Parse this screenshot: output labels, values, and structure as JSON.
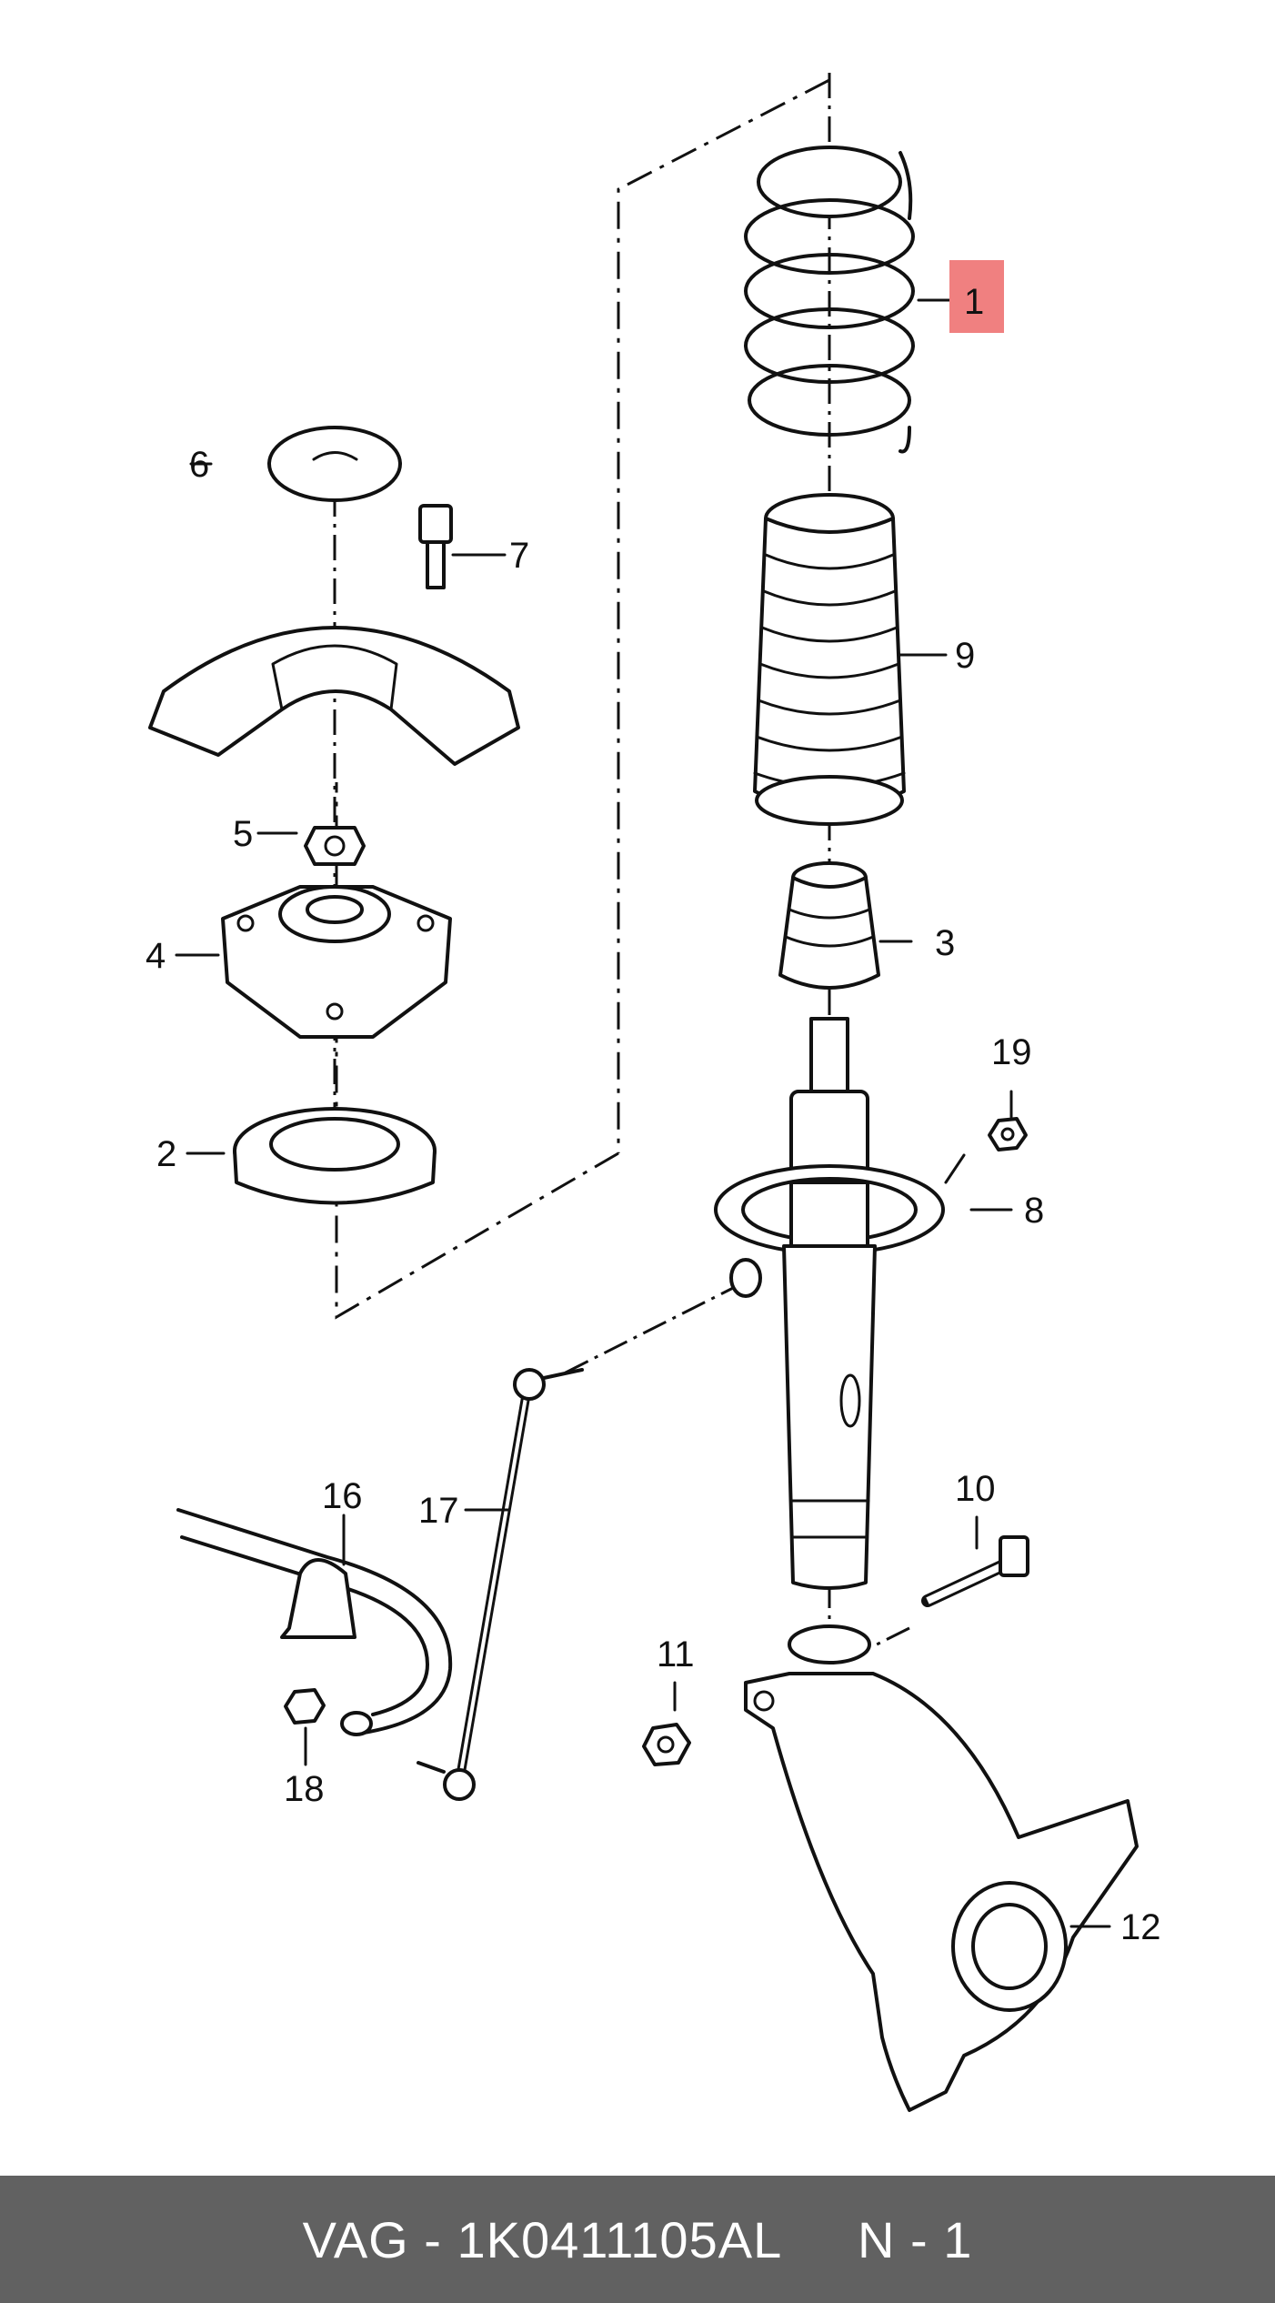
{
  "diagram": {
    "highlight_color": "#f08080",
    "callouts": [
      {
        "id": "1",
        "highlighted": true
      },
      {
        "id": "2"
      },
      {
        "id": "3"
      },
      {
        "id": "4"
      },
      {
        "id": "5"
      },
      {
        "id": "6"
      },
      {
        "id": "7"
      },
      {
        "id": "8"
      },
      {
        "id": "9"
      },
      {
        "id": "10"
      },
      {
        "id": "11"
      },
      {
        "id": "12"
      },
      {
        "id": "16"
      },
      {
        "id": "17"
      },
      {
        "id": "18"
      },
      {
        "id": "19"
      }
    ]
  },
  "footer": {
    "brand": "VAG",
    "separator": "-",
    "part_number": "1K0411105AL",
    "ref": "N - 1",
    "background": "#616161"
  }
}
